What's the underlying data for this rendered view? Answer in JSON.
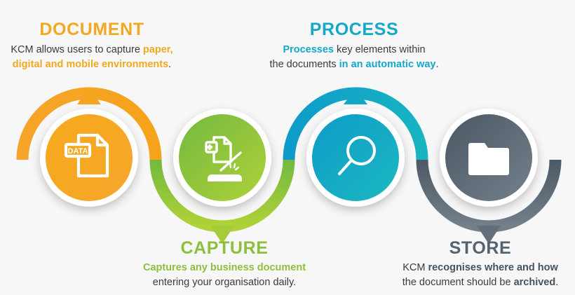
{
  "background": "#f7f7f7",
  "diagram": {
    "type": "process-wave",
    "step_count": 4,
    "steps": [
      {
        "id": "document",
        "title": "DOCUMENT",
        "color": "#f2a922",
        "color_dark": "#f5a11f",
        "color_light": "#fdb836",
        "icon": "document-data-icon",
        "icon_label": "DATA",
        "arc_direction": "up",
        "title_position": "above",
        "body_parts": [
          {
            "text": "KCM allows users to capture ",
            "highlight": false
          },
          {
            "text": "paper, digital and mobile environments",
            "highlight": true
          },
          {
            "text": ".",
            "highlight": false
          }
        ]
      },
      {
        "id": "capture",
        "title": "CAPTURE",
        "color": "#8cc03c",
        "color_dark": "#78b73e",
        "color_light": "#a8cd3a",
        "icon": "scanner-icon",
        "icon_label": "",
        "arc_direction": "down",
        "title_position": "below",
        "body_parts": [
          {
            "text": "Captures any business document",
            "highlight": true
          },
          {
            "text": " entering your organisation daily.",
            "highlight": false
          }
        ]
      },
      {
        "id": "process",
        "title": "PROCESS",
        "color": "#16a8c8",
        "color_dark": "#0d9cc9",
        "color_light": "#1bb7c2",
        "icon": "magnifier-icon",
        "icon_label": "",
        "arc_direction": "up",
        "title_position": "above",
        "body_parts": [
          {
            "text": "Processes",
            "highlight": true
          },
          {
            "text": " key elements within the documents ",
            "highlight": false
          },
          {
            "text": "in an automatic way",
            "highlight": true
          },
          {
            "text": ".",
            "highlight": false
          }
        ]
      },
      {
        "id": "store",
        "title": "STORE",
        "color": "#55626f",
        "color_dark": "#49555f",
        "color_light": "#6c7a87",
        "icon": "folder-icon",
        "icon_label": "",
        "arc_direction": "down",
        "title_position": "below",
        "body_parts": [
          {
            "text": "KCM ",
            "highlight": false
          },
          {
            "text": "recognises where and how",
            "highlight": true
          },
          {
            "text": " the document should be ",
            "highlight": false
          },
          {
            "text": "archived",
            "highlight": true
          },
          {
            "text": ".",
            "highlight": false
          }
        ]
      }
    ]
  },
  "text": {
    "document": {
      "title": "DOCUMENT",
      "line1_plain": "KCM allows users to capture ",
      "line1_bold": "paper,",
      "line2_bold": "digital and mobile environments",
      "line2_plain": "."
    },
    "process": {
      "title": "PROCESS",
      "line1_bold": "Processes",
      "line1_plain": " key elements within",
      "line2_plain": "the documents ",
      "line2_bold": "in an automatic way",
      "line2_tail": "."
    },
    "capture": {
      "title": "CAPTURE",
      "line1_bold": "Captures any business document",
      "line2_plain": "entering your organisation daily."
    },
    "store": {
      "title": "STORE",
      "line1_plain": "KCM ",
      "line1_bold": "recognises where and how",
      "line2_plain": "the document should be ",
      "line2_bold": "archived",
      "line2_tail": "."
    }
  }
}
